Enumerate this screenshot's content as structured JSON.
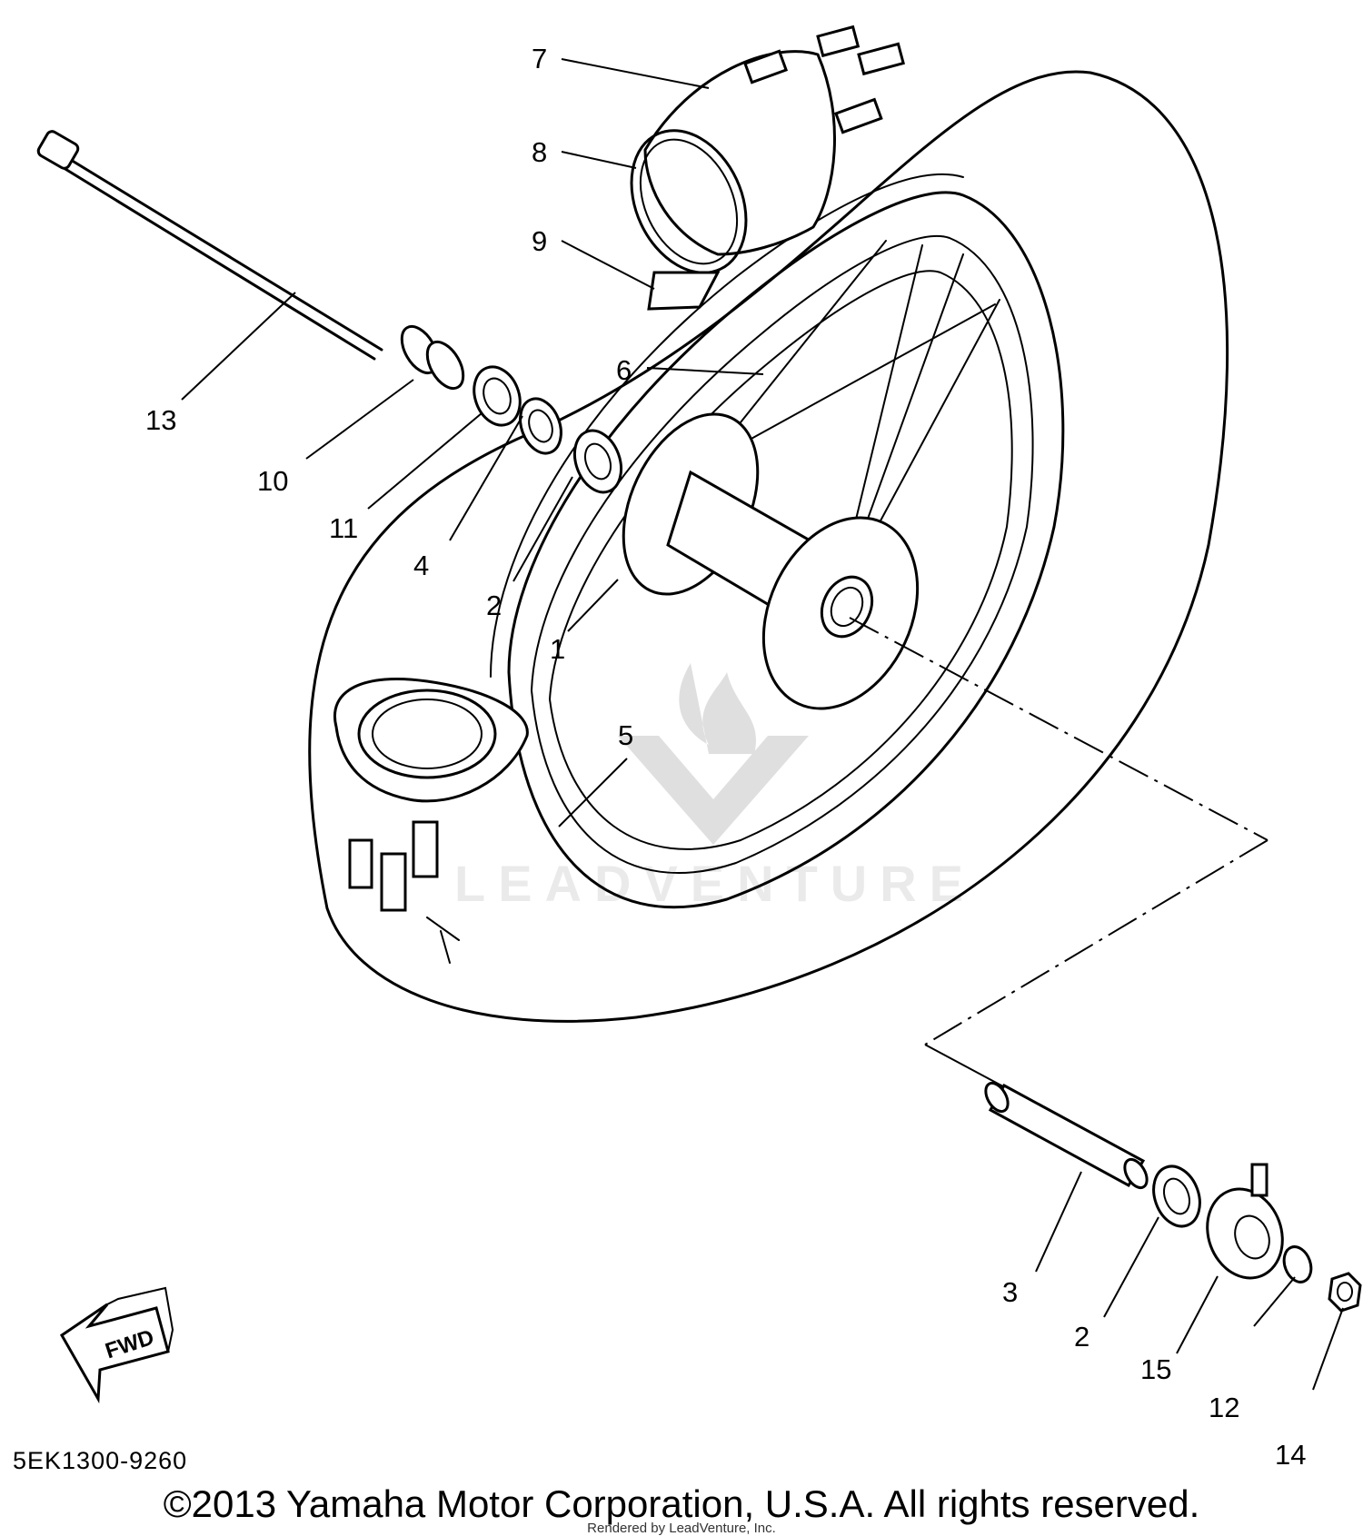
{
  "diagram": {
    "part_callouts": [
      {
        "label": "1"
      },
      {
        "label": "2"
      },
      {
        "label": "3"
      },
      {
        "label": "2"
      },
      {
        "label": "4"
      },
      {
        "label": "5"
      },
      {
        "label": "6"
      },
      {
        "label": "7"
      },
      {
        "label": "8"
      },
      {
        "label": "9"
      },
      {
        "label": "10"
      },
      {
        "label": "11"
      },
      {
        "label": "12"
      },
      {
        "label": "13"
      },
      {
        "label": "14"
      },
      {
        "label": "15"
      }
    ],
    "fwd_label": "FWD",
    "reference_code": "5EK1300-9260",
    "copyright": "©2013 Yamaha Motor Corporation, U.S.A. All rights reserved.",
    "rendered_by": "Rendered by LeadVenture, Inc.",
    "watermark": "LEADVENTURE"
  }
}
